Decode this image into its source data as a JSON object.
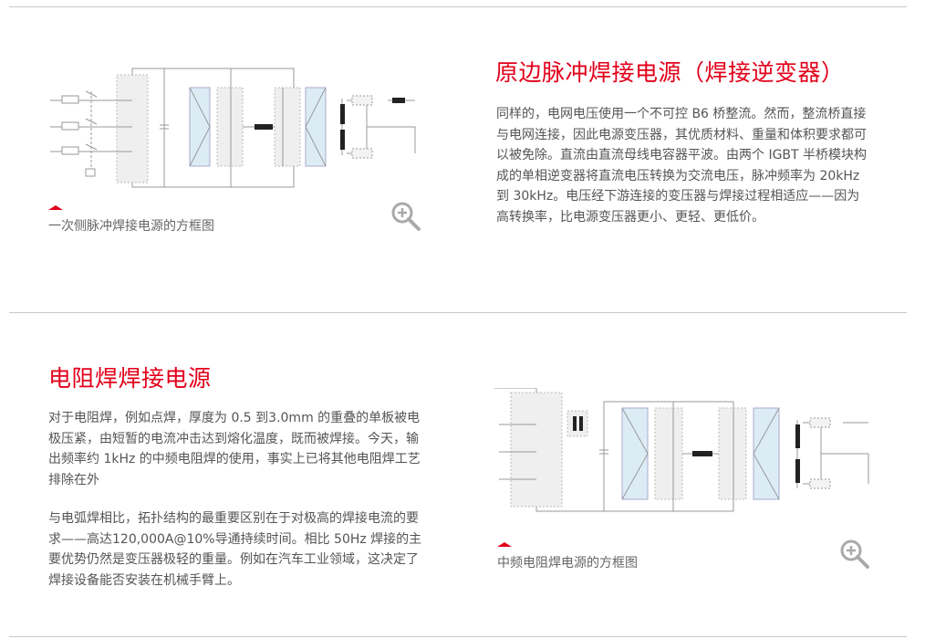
{
  "section1": {
    "title": "原边脉冲焊接电源（焊接逆变器）",
    "paragraph": "同样的，电网电压使用一个不可控 B6 桥整流。然而，整流桥直接与电网连接，因此电源变压器，其优质材料、重量和体积要求都可以被免除。直流由直流母线电容器平波。由两个 IGBT 半桥模块构成的单相逆变器将直流电压转换为交流电压，脉冲频率为 20kHz 到 30kHz。电压经下游连接的变压器与焊接过程相适应——因为高转换率，比电源变压器更小、更轻、更低价。",
    "caption": "一次侧脉冲焊接电源的方框图",
    "zoom_icon": "zoom-in-icon"
  },
  "section2": {
    "title": "电阻焊焊接电源",
    "paragraph1": "对于电阻焊，例如点焊，厚度为 0.5 到3.0mm 的重叠的单板被电极压紧，由短暂的电流冲击达到熔化温度，既而被焊接。今天，输出频率约 1kHz 的中频电阻焊的使用，事实上已将其他电阻焊工艺排除在外",
    "paragraph2": "与电弧焊相比，拓扑结构的最重要区别在于对极高的焊接电流的要求——高达120,000A@10%导通持续时间。相比 50Hz 焊接的主要优势仍然是变压器极轻的重量。例如在汽车工业领域，这决定了焊接设备能否安装在机械手臂上。",
    "caption": "中频电阻焊电源的方框图",
    "zoom_icon": "zoom-in-icon"
  },
  "colors": {
    "accent": "#e2001a",
    "text": "#555555",
    "separator": "#c8c8c8",
    "block_blue": "#dcecf5",
    "block_gray": "#eeeeee"
  }
}
